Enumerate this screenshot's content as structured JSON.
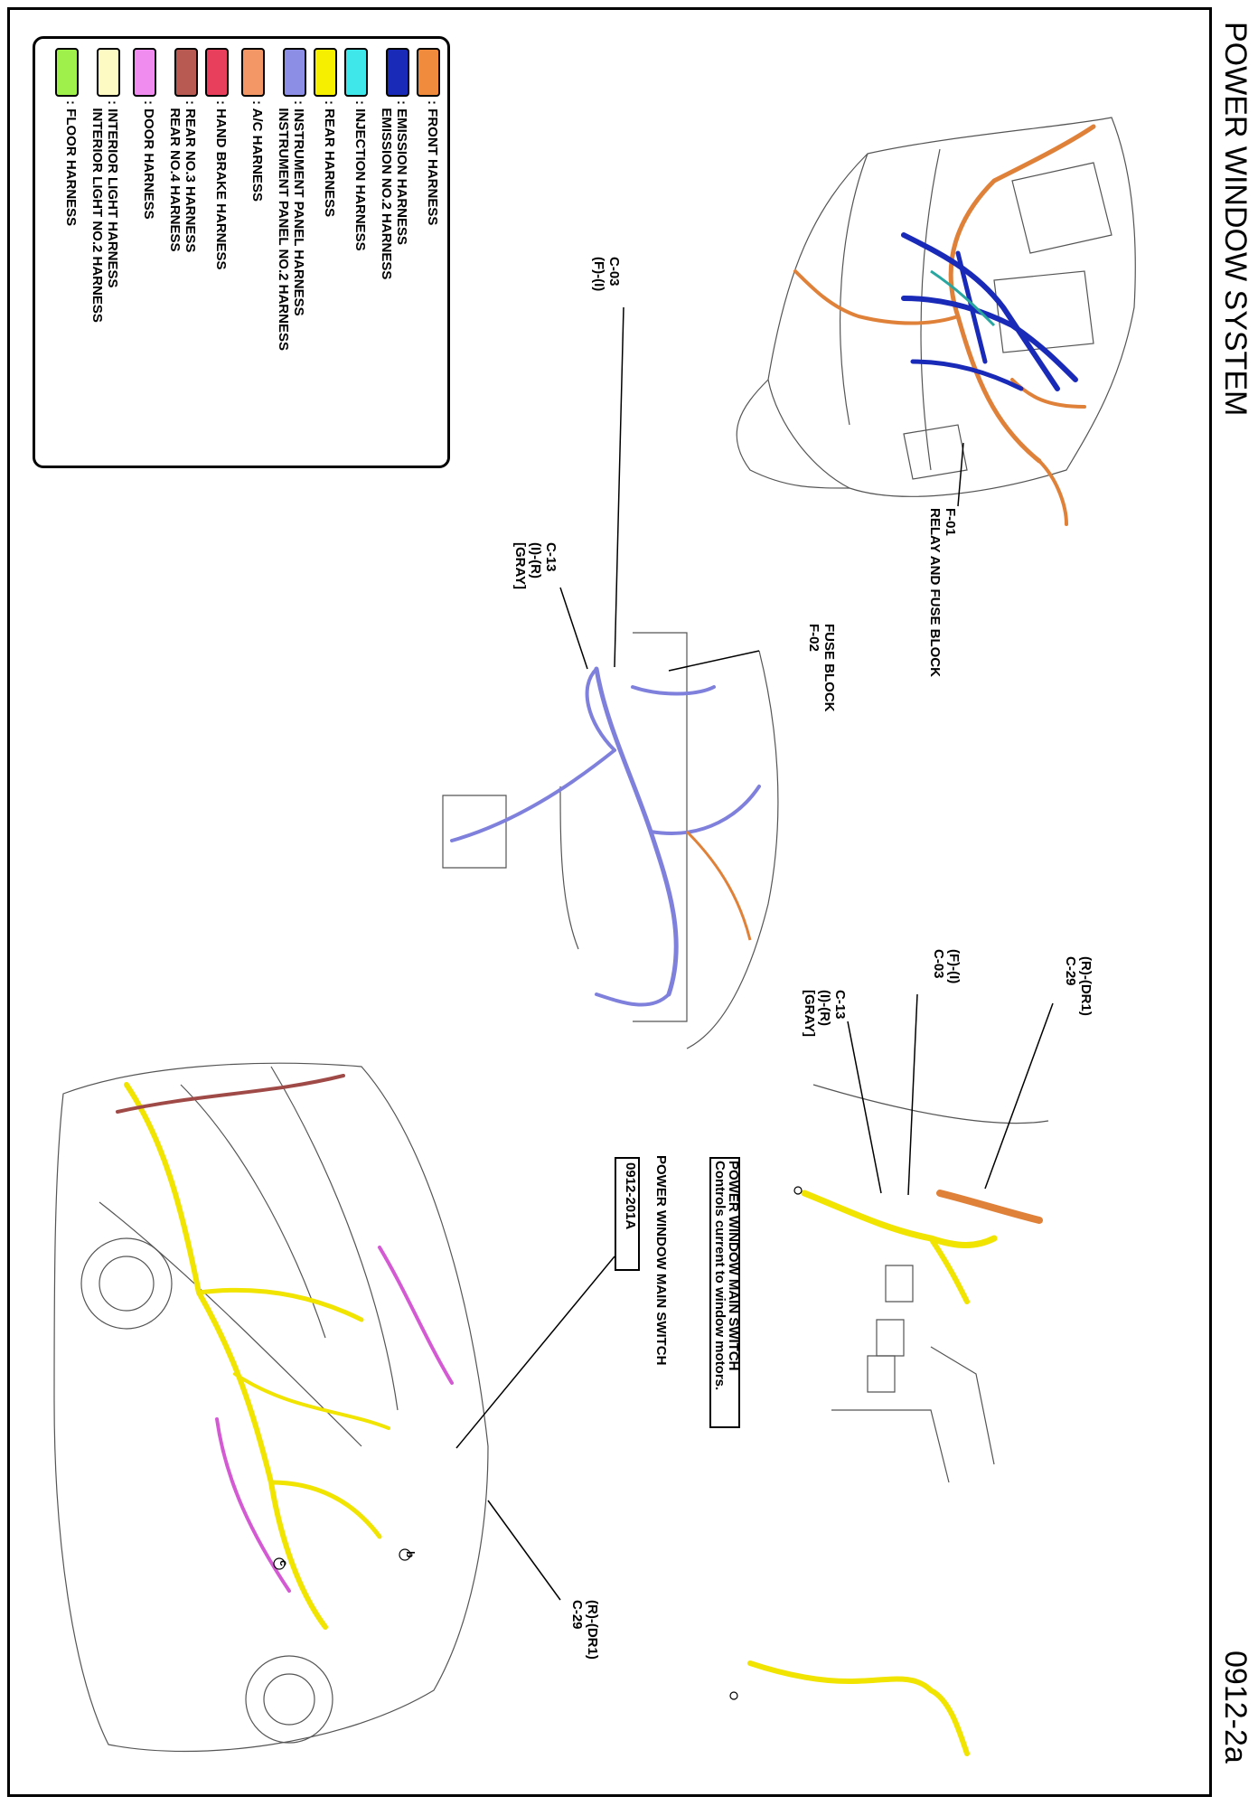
{
  "header": {
    "title": "POWER WINDOW SYSTEM",
    "code": "0912-2a"
  },
  "legend": [
    {
      "color": "#f08a3c",
      "labels": [
        ": FRONT HARNESS"
      ]
    },
    {
      "color": "#1a2ab8",
      "labels": [
        ": EMISSION HARNESS",
        "  EMISSION NO.2 HARNESS"
      ]
    },
    {
      "color": "#3fe6ea",
      "labels": [
        ": INJECTION HARNESS"
      ]
    },
    {
      "color": "#f6f000",
      "labels": [
        ": REAR HARNESS"
      ]
    },
    {
      "color": "#8c8ee6",
      "labels": [
        ": INSTRUMENT PANEL HARNESS",
        "  INSTRUMENT PANEL NO.2 HARNESS"
      ]
    },
    {
      "color": "#f39766",
      "labels": [
        ": A/C HARNESS"
      ]
    },
    {
      "color": "#e8405c",
      "labels": [
        ": HAND BRAKE HARNESS"
      ]
    },
    {
      "color": "#b85a52",
      "labels": [
        ": REAR NO.3 HARNESS",
        "  REAR NO.4 HARNESS"
      ]
    },
    {
      "color": "#f08cf0",
      "labels": [
        ": DOOR HARNESS"
      ]
    },
    {
      "color": "#fdfac4",
      "labels": [
        ": INTERIOR LIGHT HARNESS",
        "  INTERIOR LIGHT NO.2 HARNESS"
      ]
    },
    {
      "color": "#9ff04a",
      "labels": [
        ": FLOOR HARNESS"
      ]
    }
  ],
  "labels": {
    "f01": {
      "id": "F-01",
      "name": "RELAY AND FUSE BLOCK"
    },
    "f02": {
      "id": "F-02",
      "name": "FUSE BLOCK"
    },
    "c03_top": {
      "id": "C-03",
      "pin": "(F)-(I)"
    },
    "c13_top": {
      "id": "C-13",
      "pin": "(I)-(R)",
      "color": "[GRAY]"
    },
    "c29_right": {
      "id": "C-29",
      "pin": "(R)-(DR1)"
    },
    "c03_right": {
      "id": "C-03",
      "pin": "(F)-(I)"
    },
    "c13_right": {
      "id": "C-13",
      "pin": "(I)-(R)",
      "color": "[GRAY]"
    },
    "c29_bottom": {
      "id": "C-29",
      "pin": "(R)-(DR1)"
    },
    "switch": {
      "name": "POWER WINDOW MAIN SWITCH",
      "desc": "Controls current to window motors."
    },
    "switch_plain": "POWER WINDOW MAIN SWITCH",
    "switch_ref": "0912-201A",
    "marker_b": "b",
    "marker_c": "c"
  },
  "colors": {
    "front": "#e0813a",
    "emission": "#1a2ab8",
    "injection": "#2aa6a0",
    "instrument": "#7e80dc",
    "rear": "#f0e400",
    "door": "#d45ad4",
    "rear3": "#a04a48"
  }
}
